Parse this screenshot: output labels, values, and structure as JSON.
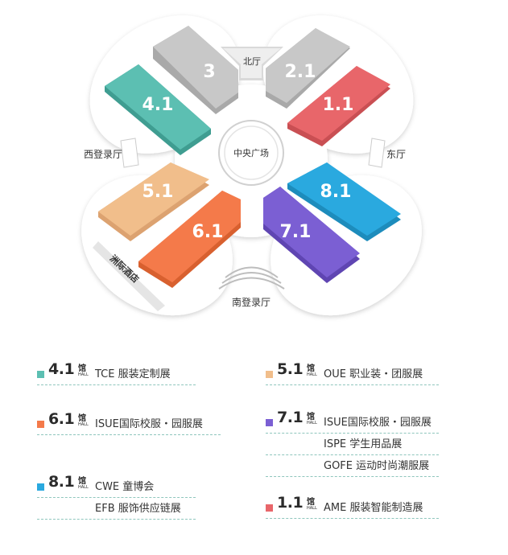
{
  "map": {
    "halls": [
      {
        "id": "4.1",
        "label": "4.1",
        "color": "#5cbfb2",
        "side": "#3f9d91"
      },
      {
        "id": "3",
        "label": "3",
        "color": "#c8c8c8",
        "side": "#a9a9a9"
      },
      {
        "id": "2.1",
        "label": "2.1",
        "color": "#c8c8c8",
        "side": "#a9a9a9"
      },
      {
        "id": "1.1",
        "label": "1.1",
        "color": "#e8666a",
        "side": "#c94f53"
      },
      {
        "id": "5.1",
        "label": "5.1",
        "color": "#f1be8b",
        "side": "#dca270"
      },
      {
        "id": "6.1",
        "label": "6.1",
        "color": "#f47a4a",
        "side": "#d8602f"
      },
      {
        "id": "7.1",
        "label": "7.1",
        "color": "#7b5fd3",
        "side": "#5f45b2"
      },
      {
        "id": "8.1",
        "label": "8.1",
        "color": "#2aa9df",
        "side": "#1d8cbc"
      }
    ],
    "labels": {
      "north_hall": "北厅",
      "center_plaza": "中央广场",
      "west_entrance": "西登录厅",
      "east_hall": "东厅",
      "south_entrance": "南登录厅",
      "hotel": "洲际酒店"
    }
  },
  "legend": {
    "guan": "馆",
    "hall_word": "HALL",
    "entries": [
      {
        "num": "4.1",
        "color": "#5cbfb2",
        "lines": [
          "TCE 服装定制展"
        ]
      },
      {
        "num": "5.1",
        "color": "#f1be8b",
        "lines": [
          "OUE 职业装・团服展"
        ]
      },
      {
        "num": "6.1",
        "color": "#f47a4a",
        "lines": [
          "ISUE国际校服・园服展"
        ]
      },
      {
        "num": "7.1",
        "color": "#7b5fd3",
        "lines": [
          "ISUE国际校服・园服展",
          "ISPE 学生用品展",
          "GOFE 运动时尚潮服展"
        ]
      },
      {
        "num": "8.1",
        "color": "#2aa9df",
        "lines": [
          "CWE 童博会",
          "EFB 服饰供应链展"
        ]
      },
      {
        "num": "1.1",
        "color": "#e8666a",
        "lines": [
          "AME 服装智能制造展"
        ]
      }
    ]
  }
}
